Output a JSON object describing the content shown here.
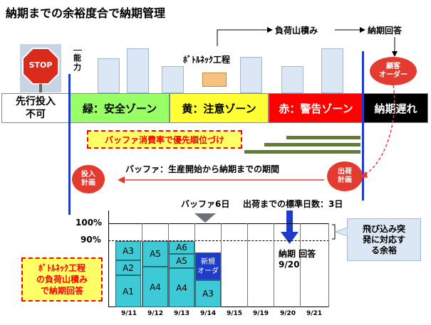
{
  "title": "納期までの余裕度合で納期管理",
  "flow": {
    "step1": "負荷山積み",
    "step2": "納期回答"
  },
  "stop_sign": "STOP",
  "capacity_label": "能力",
  "bottleneck_label": "ﾎﾞﾄﾙﾈｯｸ工程",
  "customer_order": {
    "line1": "顧客",
    "line2": "オーダー"
  },
  "zones": {
    "no_input": {
      "line1": "先行投入",
      "line2": "不可"
    },
    "green": "緑：安全ゾーン",
    "yellow": "黄：注意ゾーン",
    "red": "赤：警告ゾーン",
    "late": "納期遅れ"
  },
  "buffer_priority": "バッファ消費率で優先順位づけ",
  "input_plan": {
    "line1": "投入",
    "line2": "計画"
  },
  "buffer_def": "バッファ：生産開始から納期までの期間",
  "shipping_plan": {
    "line1": "出荷",
    "line2": "計画"
  },
  "buffer_days": "バッファ6日",
  "standard_days": "出荷までの標準日数：3日",
  "pct_100": "100%",
  "pct_90": "90%",
  "blocks": {
    "c1_a1": "A1",
    "c1_a2": "A2",
    "c1_a3": "A3",
    "c2_a4": "A4",
    "c2_a5": "A5",
    "c3_a4": "A4",
    "c3_a5": "A5",
    "c3_a6": "A6",
    "c4_new1": "新規",
    "c4_new2": "オーダ",
    "c4_a3": "A3"
  },
  "answer": {
    "line1": "納期 回答",
    "line2": "9/20"
  },
  "slack": {
    "line1": "飛び込み突",
    "line2": "発に対応す",
    "line3": "る余裕"
  },
  "bn_note": {
    "line1": "ﾎﾞﾄﾙﾈｯｸ工程",
    "line2": "の負荷山積み",
    "line3": "で納期回答"
  },
  "dates": [
    "9/11",
    "9/12",
    "9/13",
    "9/14",
    "9/15",
    "9/19",
    "9/20",
    "9/21"
  ],
  "colors": {
    "green": "#99ff66",
    "yellow": "#ffff33",
    "red": "#ff0000",
    "late": "#000000",
    "accent_blue": "#1f3cc8",
    "block": "#3ec9d6"
  }
}
